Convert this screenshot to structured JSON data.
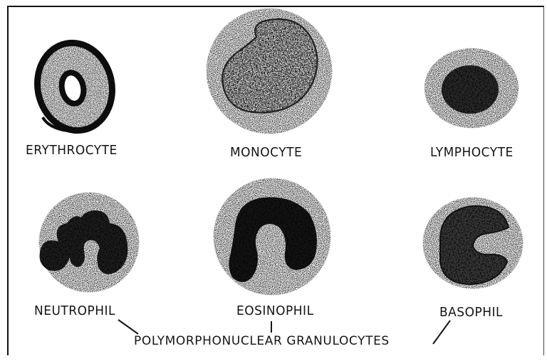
{
  "cells": {
    "erythrocyte": "ERYTHROCYTE",
    "monocyte": "MONOCYTE",
    "lymphocyte": "LYMPHOCYTE",
    "neutrophil": "NEUTROPHIL",
    "eosinophil": "EOSINOPHIL",
    "basophil": "BASOPHIL"
  },
  "group_caption": "POLYMORPHONUCLEAR GRANULOCYTES"
}
